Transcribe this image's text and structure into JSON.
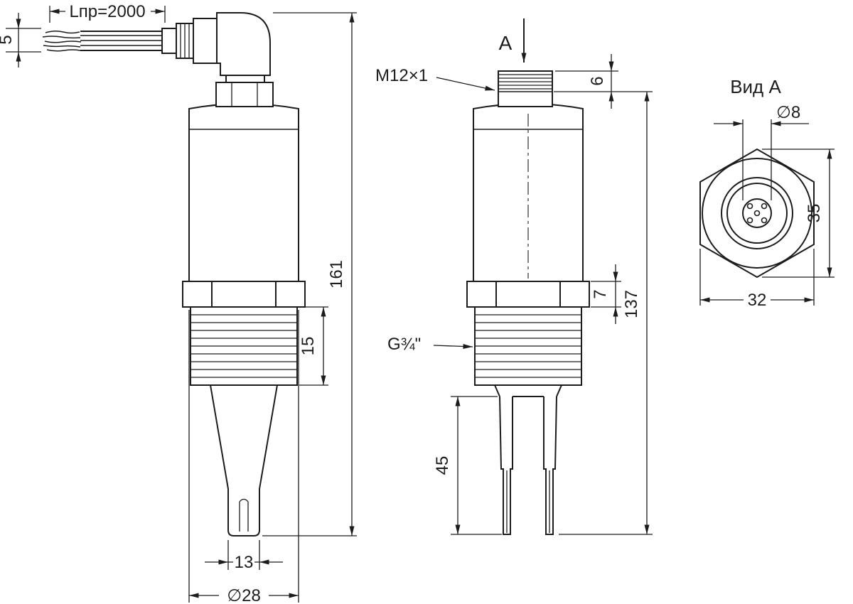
{
  "colors": {
    "background": "#ffffff",
    "line": "#1c1c1c"
  },
  "view_side": {
    "dims": {
      "cable_length": "Lпр=2000",
      "cable_tail": "5",
      "overall_height": "161",
      "thread_length": "15",
      "fork_tip_width": "13",
      "body_diameter": "∅28"
    }
  },
  "view_front": {
    "section_arrow_label": "А",
    "labels": {
      "connector_thread": "M12×1",
      "process_thread": "G¾\""
    },
    "dims": {
      "connector_thread_length": "6",
      "hex_height": "7",
      "height_without_cable": "137",
      "fork_length": "45"
    }
  },
  "view_a": {
    "title": "Вид А",
    "dims": {
      "pin_insert_diameter": "∅8",
      "across_corners": "35",
      "across_flats": "32"
    }
  }
}
